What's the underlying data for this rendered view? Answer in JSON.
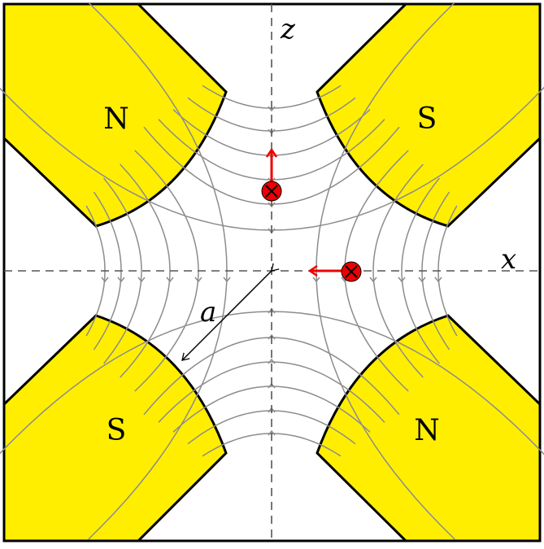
{
  "diagram": {
    "axes": {
      "horizontal_label": "x",
      "vertical_label": "z"
    },
    "radius_label": "a",
    "poles": [
      {
        "position": "top-left",
        "label": "N"
      },
      {
        "position": "top-right",
        "label": "S"
      },
      {
        "position": "bottom-left",
        "label": "S"
      },
      {
        "position": "bottom-right",
        "label": "N"
      }
    ],
    "colors": {
      "pole_fill": "#ffee00",
      "outline": "#000000",
      "field_lines": "#8c8c8c",
      "particle": "#ee0000"
    },
    "particles": [
      {
        "name": "particle-on-z-axis",
        "force_direction": "up"
      },
      {
        "name": "particle-on-x-axis",
        "force_direction": "left"
      }
    ]
  }
}
